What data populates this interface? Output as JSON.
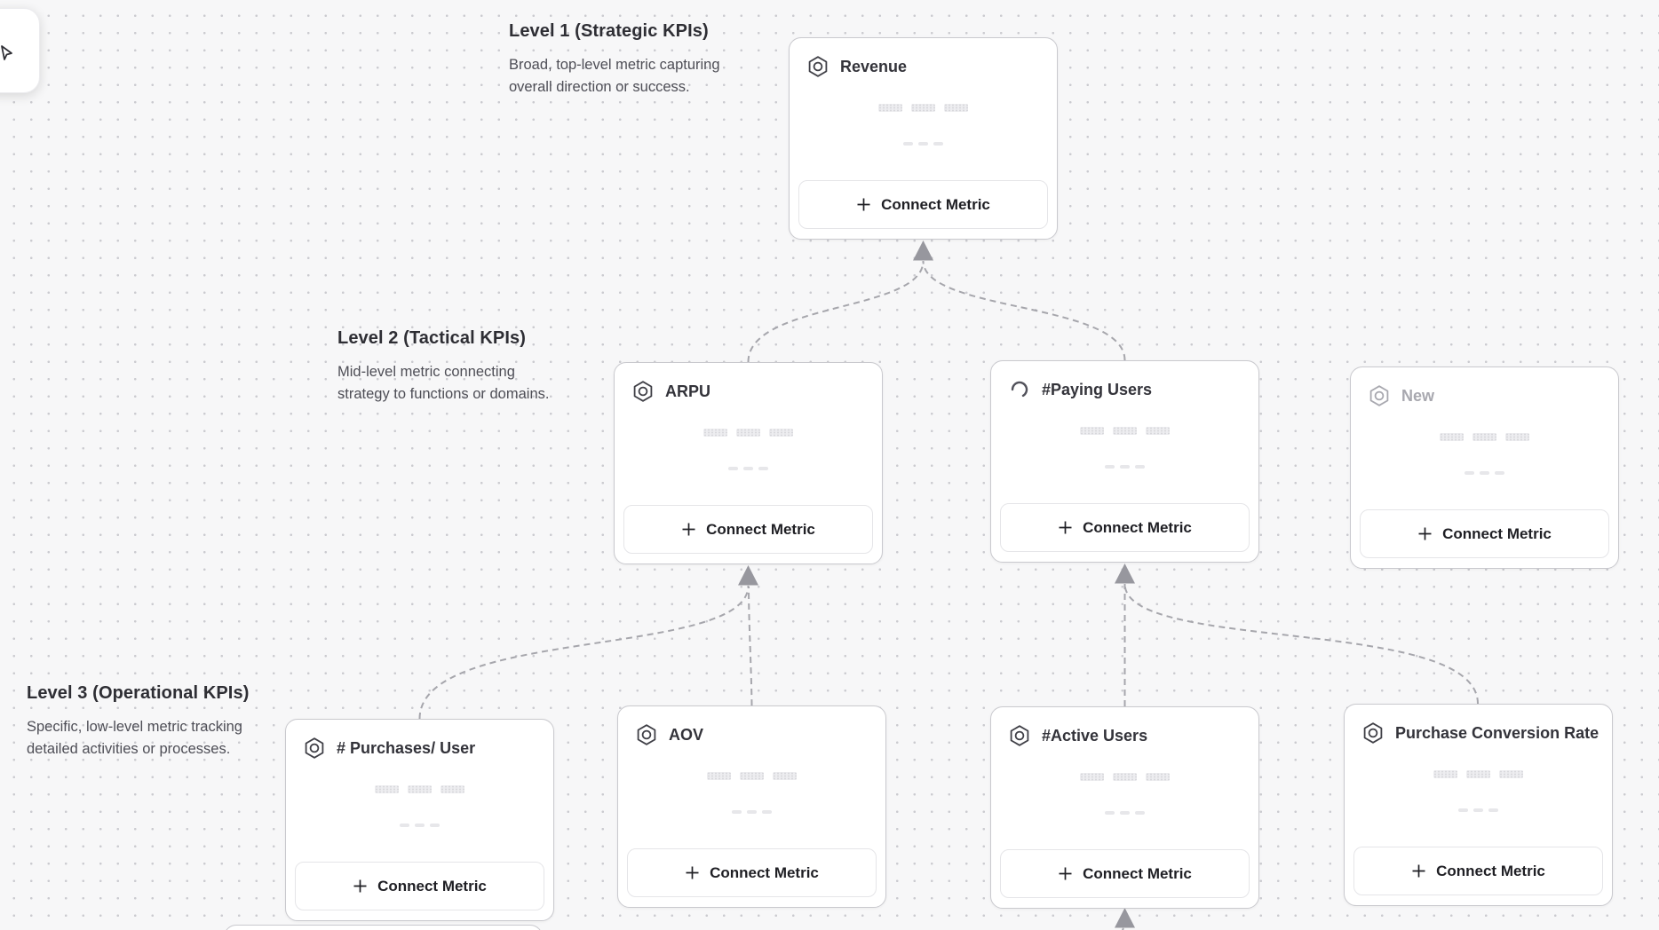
{
  "app": {
    "view": "KPI tree canvas"
  },
  "toolbar": {
    "tool_icon": "cursor-icon"
  },
  "labels": {
    "connect_metric": "Connect Metric"
  },
  "levels": [
    {
      "title": "Level 1 (Strategic KPIs)",
      "description": "Broad, top-level metric capturing overall direction or success."
    },
    {
      "title": "Level 2 (Tactical KPIs)",
      "description": "Mid-level metric connecting strategy to functions or domains."
    },
    {
      "title": "Level 3 (Operational KPIs)",
      "description": "Specific, low-level metric tracking detailed activities or processes."
    }
  ],
  "nodes": [
    {
      "id": "revenue",
      "title": "Revenue",
      "icon": "metric-hexagon-icon",
      "state": "default",
      "level": 1
    },
    {
      "id": "arpu",
      "title": "ARPU",
      "icon": "metric-hexagon-icon",
      "state": "default",
      "level": 2
    },
    {
      "id": "paying-users",
      "title": "#Paying Users",
      "icon": "loading-spinner-icon",
      "state": "loading",
      "level": 2
    },
    {
      "id": "new",
      "title": "New",
      "icon": "metric-hexagon-icon",
      "state": "draft",
      "level": 2
    },
    {
      "id": "purchases-per-user",
      "title": "# Purchases/ User",
      "icon": "metric-hexagon-icon",
      "state": "default",
      "level": 3
    },
    {
      "id": "aov",
      "title": "AOV",
      "icon": "metric-hexagon-icon",
      "state": "default",
      "level": 3
    },
    {
      "id": "active-users",
      "title": "#Active Users",
      "icon": "metric-hexagon-icon",
      "state": "default",
      "level": 3
    },
    {
      "id": "purchase-conversion-rate",
      "title": "Purchase Conversion Rate",
      "icon": "metric-hexagon-icon",
      "state": "default",
      "level": 3
    }
  ],
  "edges": [
    {
      "from": "ARPU",
      "to": "Revenue"
    },
    {
      "from": "#Paying Users",
      "to": "Revenue"
    },
    {
      "from": "# Purchases/ User",
      "to": "ARPU"
    },
    {
      "from": "AOV",
      "to": "ARPU"
    },
    {
      "from": "#Active Users",
      "to": "#Paying Users"
    },
    {
      "from": "Purchase Conversion Rate",
      "to": "#Paying Users"
    },
    {
      "from": "offscreen-below",
      "to": "#Active Users"
    }
  ],
  "colors": {
    "canvas_bg": "#f7f7f8",
    "grid_dot": "#cbcbd0",
    "card_border": "#c9c9ce",
    "connector": "#a6a6ac",
    "arrowhead": "#97979e",
    "title_text": "#33333a",
    "muted_text": "#a8a8af"
  }
}
